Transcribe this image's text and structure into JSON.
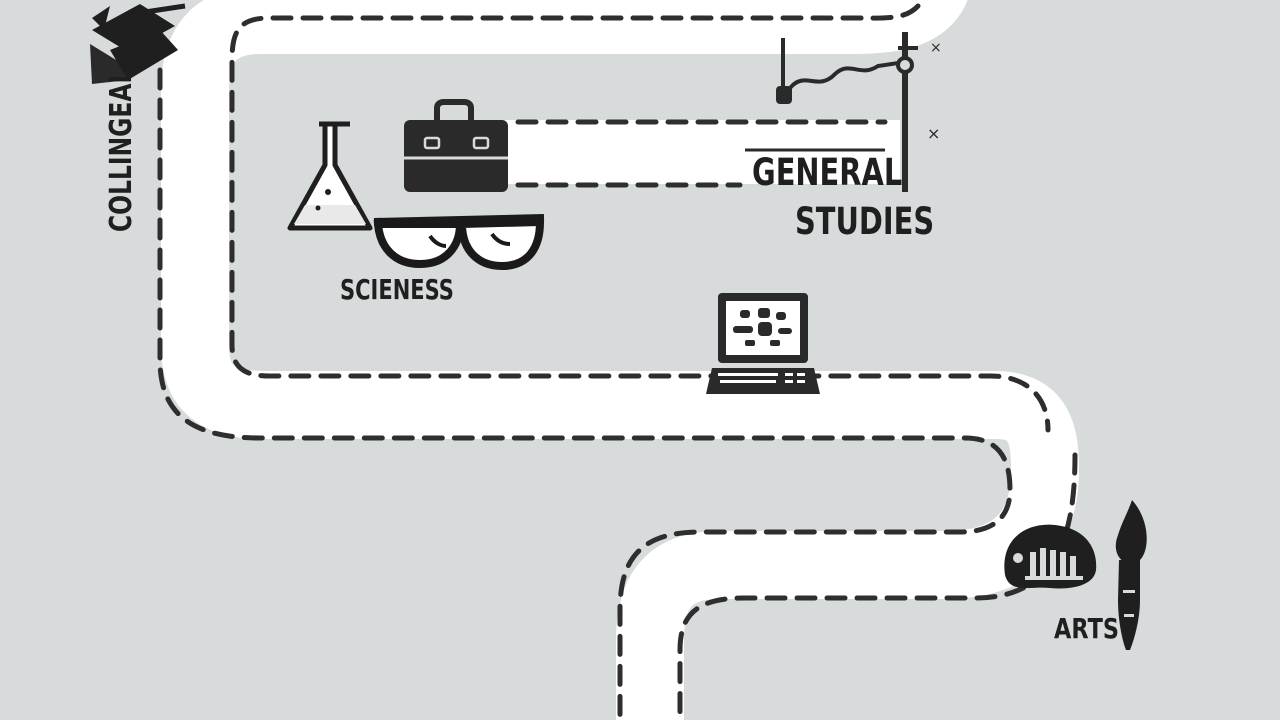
{
  "labels": {
    "vertical": "COLLINGEAL",
    "general": "GENERAL",
    "studies": "STUDIES",
    "sciences": "SCIENESS",
    "arts": "ARTS"
  },
  "icons": [
    "graduation-cap-icon",
    "briefcase-icon",
    "flask-icon",
    "glasses-icon",
    "laptop-icon",
    "chart-icon",
    "palette-icon",
    "paintbrush-icon"
  ],
  "colors": {
    "background": "#d7dbdc",
    "road": "#ffffff",
    "dash": "#2e2e2e",
    "ink": "#1f1f1f"
  }
}
